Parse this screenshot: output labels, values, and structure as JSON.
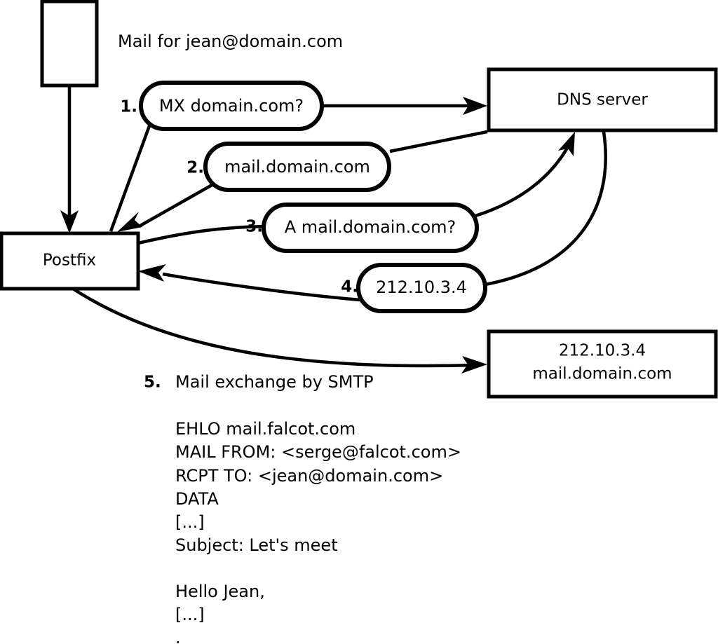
{
  "diagram": {
    "title_note": "Mail for jean@domain.com",
    "nodes": {
      "client_box": {
        "label": ""
      },
      "postfix": {
        "label": "Postfix"
      },
      "dns_server": {
        "label": "DNS server"
      },
      "mx_host": {
        "line1": "212.10.3.4",
        "line2": "mail.domain.com"
      }
    },
    "steps": [
      {
        "num": "1.",
        "label": "MX domain.com?"
      },
      {
        "num": "2.",
        "label": "mail.domain.com"
      },
      {
        "num": "3.",
        "label": "A mail.domain.com?"
      },
      {
        "num": "4.",
        "label": "212.10.3.4"
      }
    ],
    "smtp": {
      "num": "5.",
      "title": "Mail exchange by SMTP",
      "transcript": [
        "EHLO mail.falcot.com",
        "MAIL FROM: <serge@falcot.com>",
        "RCPT TO: <jean@domain.com>",
        "DATA",
        "[...]",
        "Subject: Let's meet",
        "",
        "Hello Jean,",
        "[...]",
        "."
      ]
    },
    "colors": {
      "stroke": "#000000",
      "fill": "#ffffff",
      "background": "#ffffff"
    }
  }
}
